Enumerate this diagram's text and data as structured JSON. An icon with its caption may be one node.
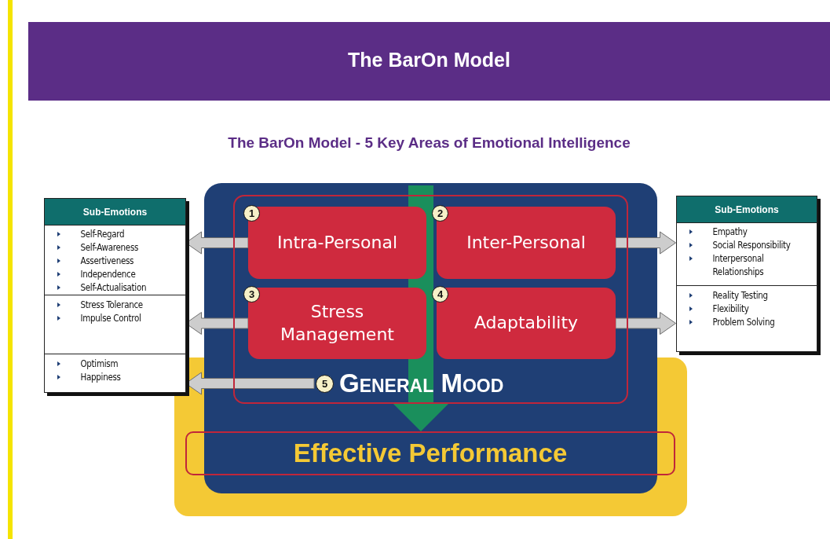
{
  "diagram": {
    "title": "The BarOn Model",
    "nodes": [
      {
        "text": [],
        "shape": "box"
      },
      {
        "text": [
          "1",
          "Intra-Personal"
        ],
        "in": 0
      },
      {
        "text": [
          "2",
          "Inter-Personal"
        ],
        "in": 0
      },
      {
        "text": [
          "3",
          "Stress Management"
        ],
        "in": 0
      },
      {
        "text": [
          "4",
          "Adaptability"
        ],
        "in": 0
      },
      {
        "text": [
          "5",
          "General Mood"
        ],
        "in": 0
      },
      {
        "text": [
          "Effective Performance"
        ]
      },
      {
        "text": [
          "Sub-Emotions"
        ]
      },
      {
        "text": [
          "Self-Regard",
          "Self-Awareness",
          "Assertiveness",
          "Independence",
          "Self-Actualisation"
        ],
        "in": 7
      },
      {
        "text": [
          "Stress Tolerance",
          "Impulse Control"
        ],
        "in": 7
      },
      {
        "text": [
          "Optimism",
          "Happiness"
        ],
        "in": 7
      },
      {
        "text": [
          "Sub-Emotions"
        ]
      },
      {
        "text": [
          "Empathy",
          "Social Responsibility",
          "Interpersonal Relationships"
        ],
        "in": 11
      },
      {
        "text": [
          "Reality Testing",
          "Flexibility",
          "Problem Solving"
        ],
        "in": 11
      }
    ],
    "edges": [
      {
        "from": 1,
        "to": 8,
        "arrow": "to"
      },
      {
        "from": 3,
        "to": 9,
        "arrow": "to"
      },
      {
        "from": 5,
        "to": 10,
        "arrow": "to"
      },
      {
        "from": 2,
        "to": 12,
        "arrow": "to"
      },
      {
        "from": 4,
        "to": 13,
        "arrow": "to"
      },
      {
        "from": null,
        "to": 6,
        "arrow": "to",
        "style": "thick",
        "color": "#1a8f5c"
      }
    ],
    "labels": [
      "The BarOn Model - 5 Key Areas of Emotional Intelligence"
    ]
  }
}
